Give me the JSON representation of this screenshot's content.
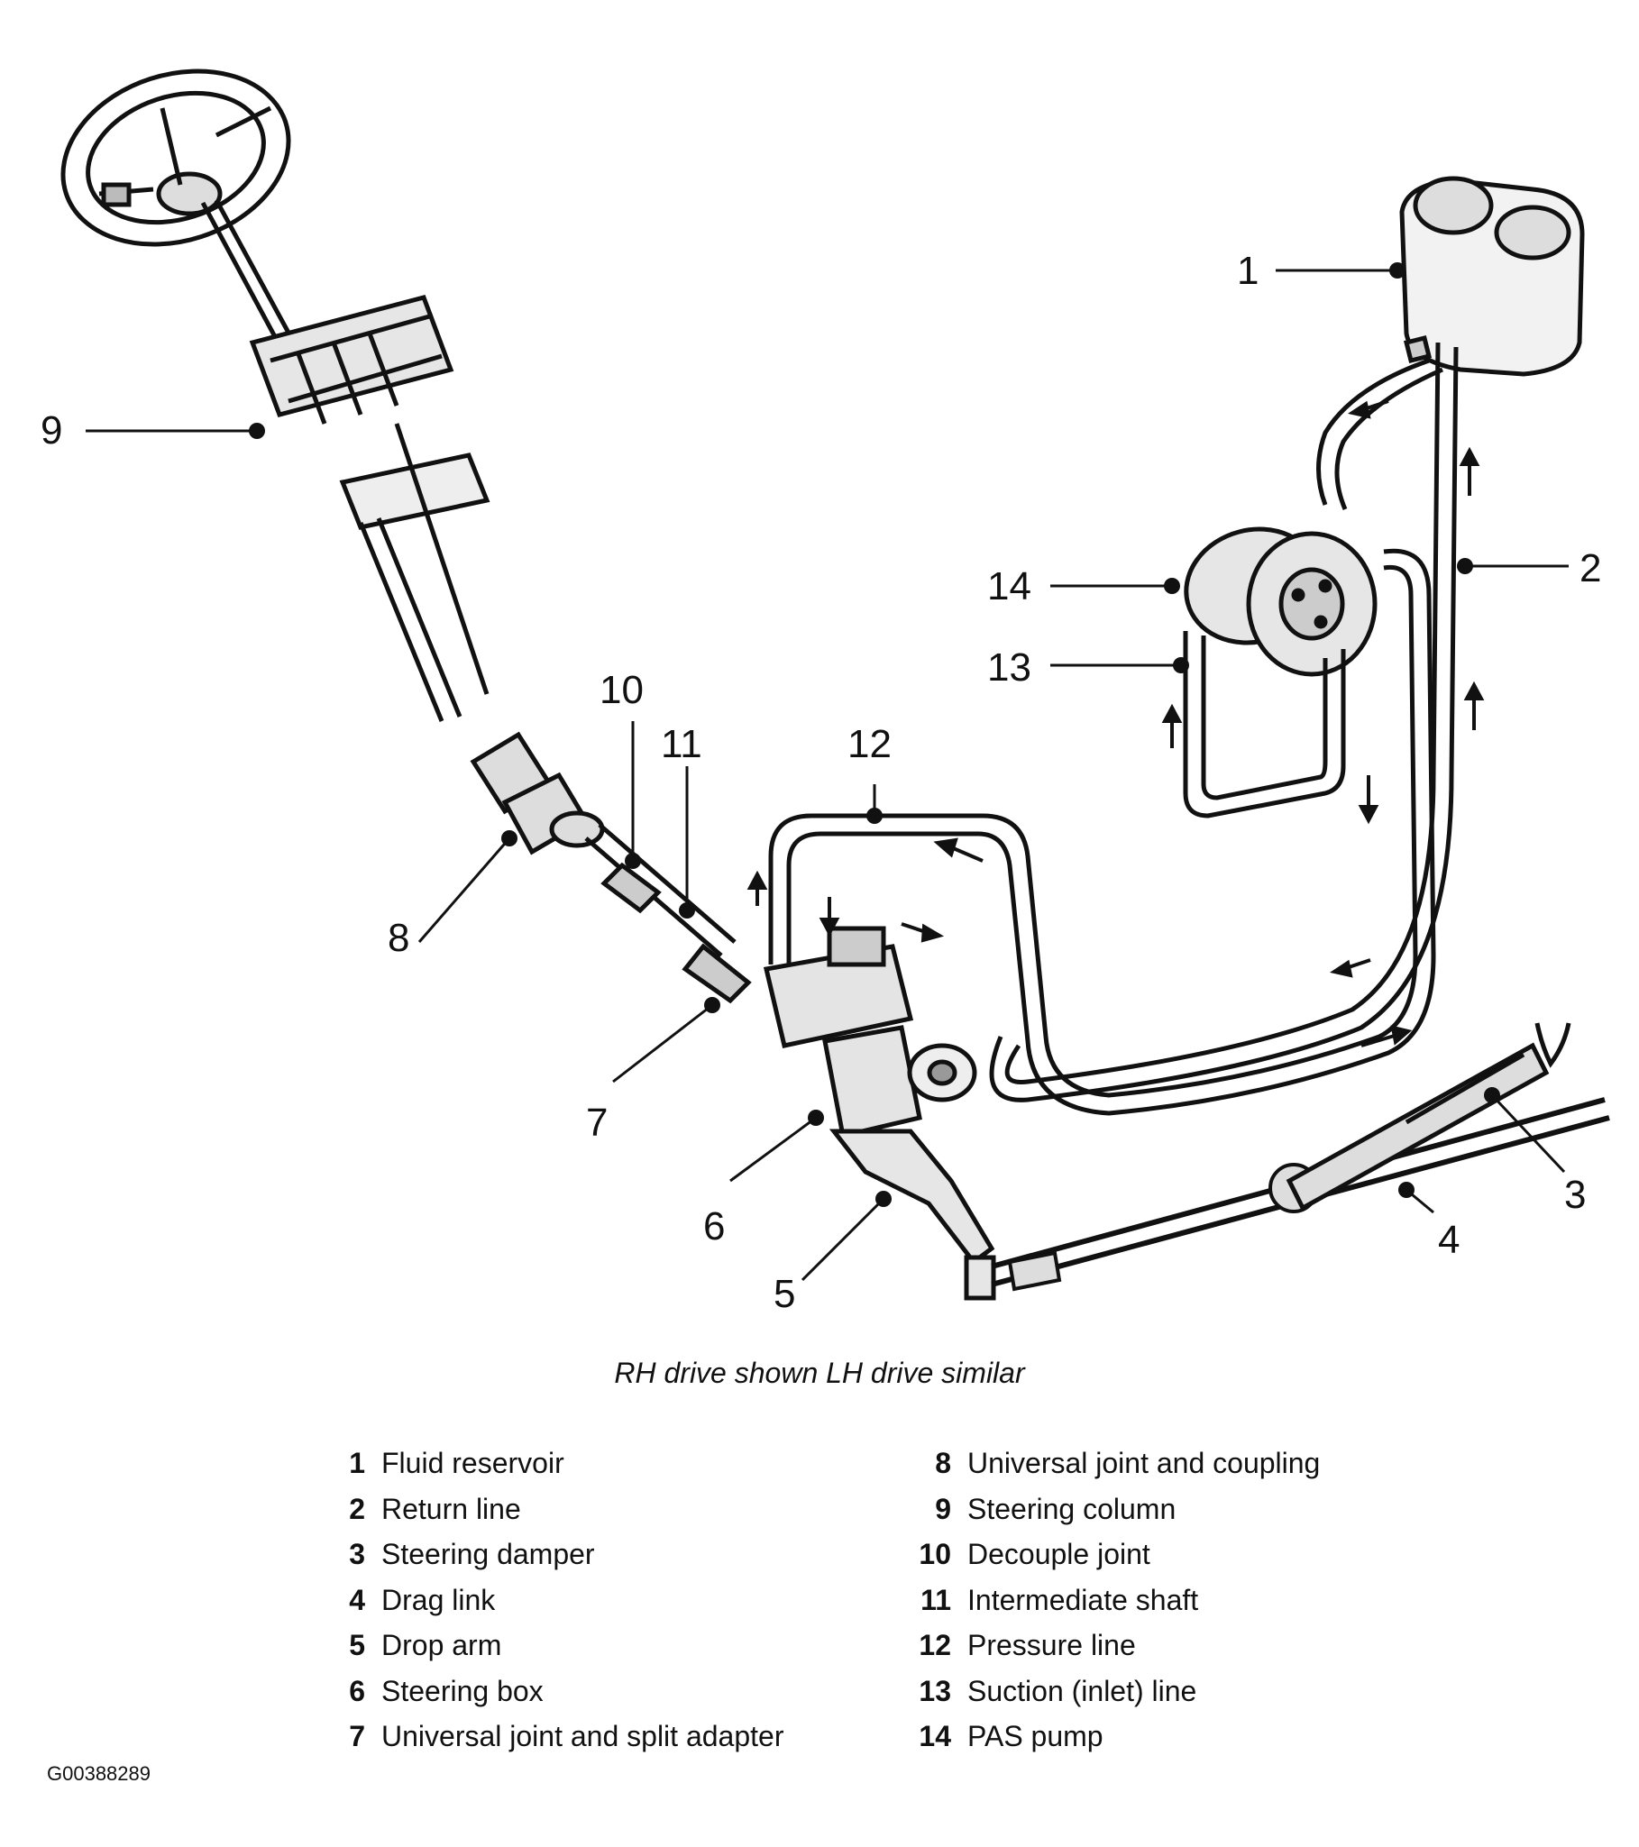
{
  "caption": "RH drive shown LH drive similar",
  "figure_id": "G00388289",
  "callouts": {
    "c1": "1",
    "c2": "2",
    "c3": "3",
    "c4": "4",
    "c5": "5",
    "c6": "6",
    "c7": "7",
    "c8": "8",
    "c9": "9",
    "c10": "10",
    "c11": "11",
    "c12": "12",
    "c13": "13",
    "c14": "14"
  },
  "legend_left": [
    {
      "num": "1",
      "label": "Fluid reservoir"
    },
    {
      "num": "2",
      "label": "Return line"
    },
    {
      "num": "3",
      "label": "Steering damper"
    },
    {
      "num": "4",
      "label": "Drag link"
    },
    {
      "num": "5",
      "label": "Drop arm"
    },
    {
      "num": "6",
      "label": "Steering box"
    },
    {
      "num": "7",
      "label": "Universal joint and split adapter"
    }
  ],
  "legend_right": [
    {
      "num": "8",
      "label": "Universal joint and coupling"
    },
    {
      "num": "9",
      "label": "Steering column"
    },
    {
      "num": "10",
      "label": "Decouple joint"
    },
    {
      "num": "11",
      "label": "Intermediate shaft"
    },
    {
      "num": "12",
      "label": "Pressure line"
    },
    {
      "num": "13",
      "label": "Suction (inlet) line"
    },
    {
      "num": "14",
      "label": "PAS pump"
    }
  ]
}
